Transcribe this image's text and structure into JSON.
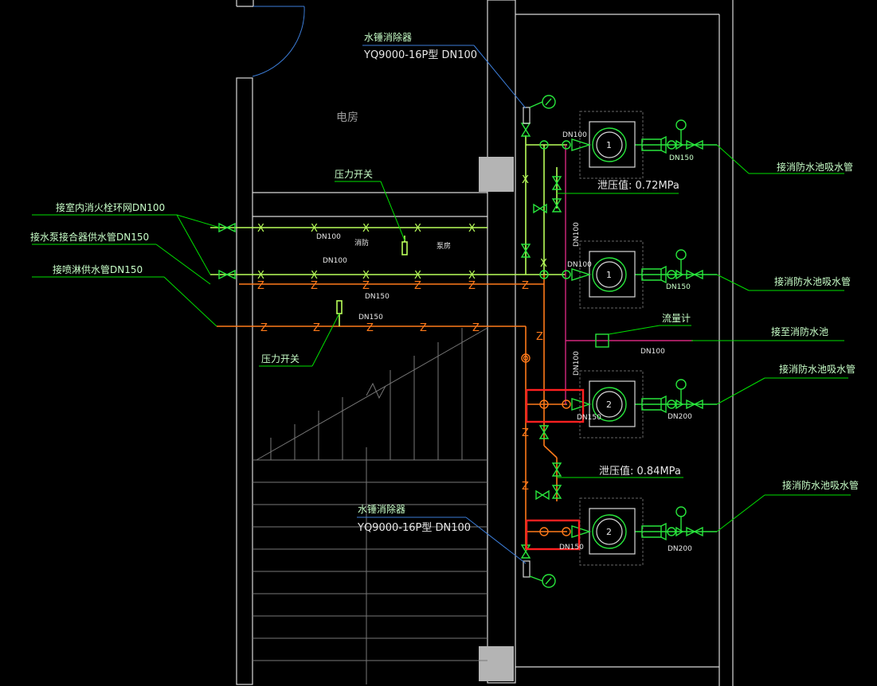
{
  "labels": {
    "silencer_top": "水锤消除器",
    "silencer_top_model": "YQ9000-16P型 DN100",
    "silencer_bottom": "水锤消除器",
    "silencer_bottom_model": "YQ9000-16P型 DN100",
    "electric_room": "电房",
    "pressure_switch_top": "压力开关",
    "pressure_switch_bottom": "压力开关",
    "connect_hydrant_ring": "接室内消火栓环网DN100",
    "connect_pump_adapter": "接水泵接合器供水管DN150",
    "connect_sprinkler": "接喷淋供水管DN150",
    "relief_top": "泄压值: 0.72MPa",
    "relief_bottom": "泄压值: 0.84MPa",
    "flowmeter": "流量计",
    "to_pool": "接至消防水池",
    "suction_1": "接消防水池吸水管",
    "suction_2": "接消防水池吸水管",
    "suction_3": "接消防水池吸水管",
    "suction_4": "接消防水池吸水管",
    "room_fire": "消防",
    "room_pump": "泵房"
  },
  "pipe_sizes": {
    "dn100_a": "DN100",
    "dn100_b": "DN100",
    "dn150_a": "DN150",
    "dn150_b": "DN150",
    "p1_out": "DN100",
    "p2_out": "DN100",
    "p1_in": "DN150",
    "p2_in": "DN150",
    "p3_out": "DN150",
    "p4_out": "DN150",
    "p3_in": "DN200",
    "p4_in": "DN200",
    "flow_dn": "DN100",
    "riser_a": "DN100",
    "riser_b": "DN100"
  },
  "pumps": {
    "p1": "1",
    "p2": "1",
    "p3": "2",
    "p4": "2"
  },
  "pipe_marks": {
    "x": "X",
    "z": "Z"
  },
  "colors": {
    "hydrant_pipe": "#b9ff5a",
    "sprinkler_pipe": "#ff7a1a",
    "return_pipe": "#d4277e",
    "annotation_leader": "#00e000",
    "highlight": "#ff2020"
  }
}
